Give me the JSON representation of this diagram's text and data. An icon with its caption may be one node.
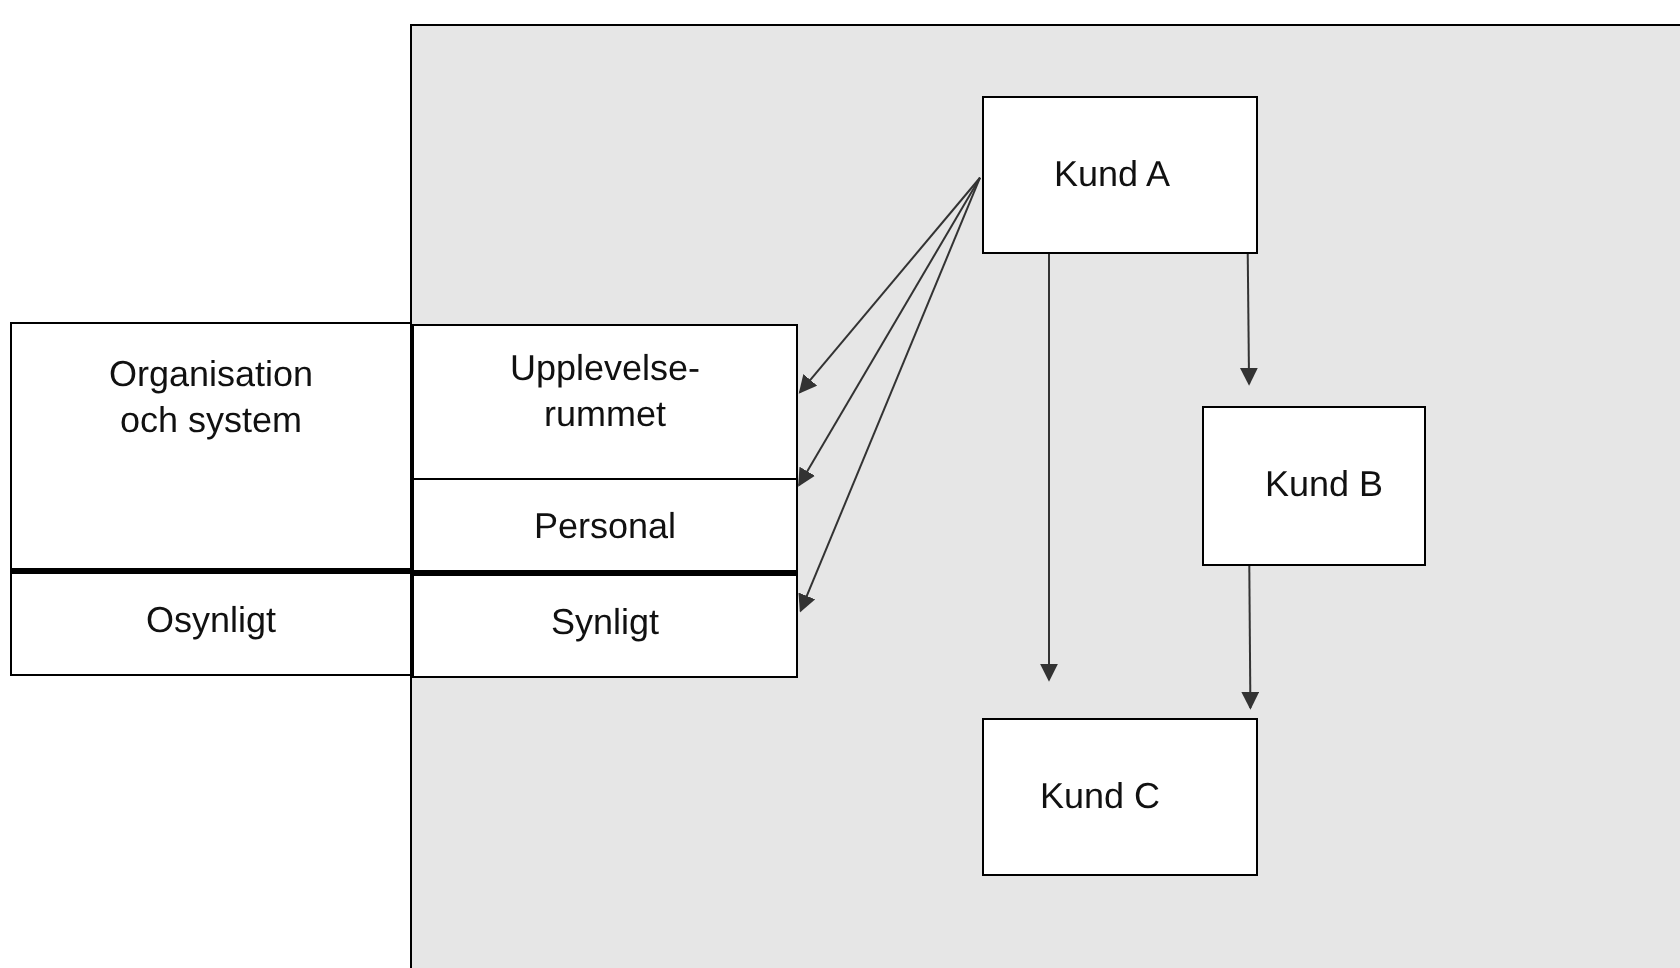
{
  "diagram": {
    "nodes": [
      {
        "text": [],
        "shape": "box"
      },
      {
        "text": [
          "Kund A"
        ],
        "in": 0
      },
      {
        "text": [
          "Kund B"
        ],
        "in": 0
      },
      {
        "text": [
          "Kund C"
        ],
        "in": 0
      },
      {
        "text": [
          "Organisation och system"
        ]
      },
      {
        "text": [
          "Upplevelse-rummet"
        ],
        "in": 0
      },
      {
        "text": [
          "Personal"
        ],
        "in": 0
      },
      {
        "text": [
          "Osynligt"
        ]
      },
      {
        "text": [
          "Synligt"
        ],
        "in": 0
      }
    ],
    "edges": [
      {
        "from": 1,
        "to": 5,
        "arrow": "to"
      },
      {
        "from": 1,
        "to": 6,
        "arrow": "to"
      },
      {
        "from": 1,
        "to": 8,
        "arrow": "to"
      },
      {
        "from": 1,
        "to": 3,
        "arrow": "to"
      },
      {
        "from": 1,
        "to": 2,
        "arrow": "to"
      },
      {
        "from": 2,
        "to": 3,
        "arrow": "to"
      }
    ]
  }
}
